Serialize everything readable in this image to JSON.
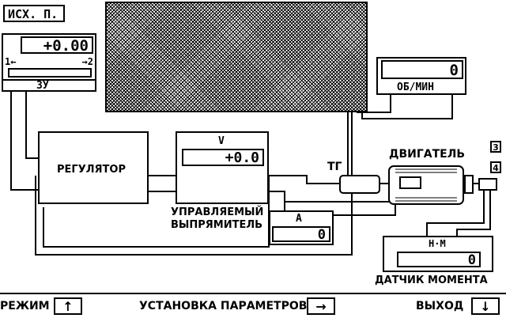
{
  "header": {
    "mode_label": "ИСХ. П."
  },
  "setpoint": {
    "value": "+0.00",
    "left_marker": "1←",
    "right_marker": "→2",
    "caption": "ЗУ"
  },
  "speed_meter": {
    "value": "0",
    "unit": "ОБ/МИН"
  },
  "regulator": {
    "label": "РЕГУЛЯТОР"
  },
  "rectifier": {
    "volt_label": "V",
    "volt_value": "+0.0",
    "caption_line1": "УПРАВЛЯЕМЫЙ",
    "caption_line2": "ВЫПРЯМИТЕЛЬ"
  },
  "ammeter": {
    "label": "A",
    "value": "0"
  },
  "tacho": {
    "label": "ТГ"
  },
  "motor": {
    "label": "ДВИГАТЕЛЬ"
  },
  "side_buttons": {
    "b3": "3",
    "b4": "4"
  },
  "torque_sensor": {
    "unit": "Н·М",
    "value": "0",
    "caption": "ДАТЧИК МОМЕНТА"
  },
  "footer": {
    "mode": "РЕЖИМ",
    "mode_icon": "↑",
    "params": "УСТАНОВКА ПАРАМЕТРОВ",
    "params_icon": "→",
    "exit": "ВЫХОД",
    "exit_icon": "↓"
  }
}
